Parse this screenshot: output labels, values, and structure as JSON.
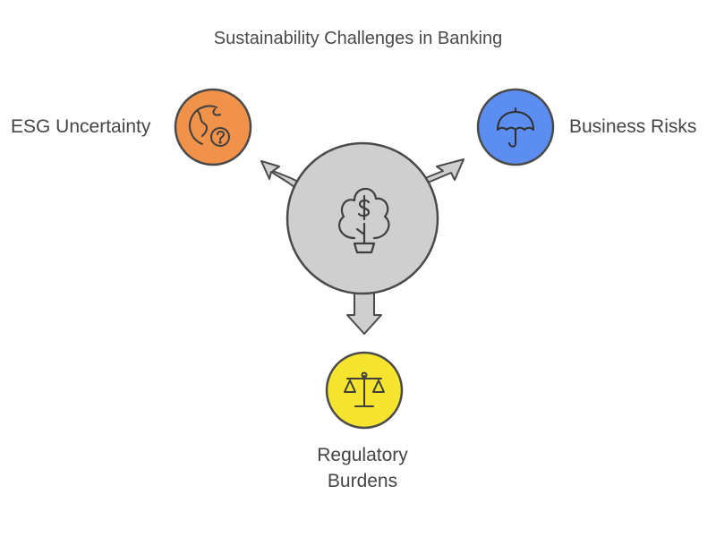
{
  "diagram": {
    "title": "Sustainability Challenges in Banking",
    "center": {
      "icon": "money-tree-icon",
      "color": "#cfcfcf"
    },
    "nodes": [
      {
        "label": "ESG Uncertainty",
        "icon": "globe-question-icon",
        "color": "#f0924a"
      },
      {
        "label": "Business Risks",
        "icon": "umbrella-icon",
        "color": "#5b8ef0"
      },
      {
        "label_lines": [
          "Regulatory",
          "Burdens"
        ],
        "icon": "scales-icon",
        "color": "#f6e52f"
      }
    ]
  }
}
